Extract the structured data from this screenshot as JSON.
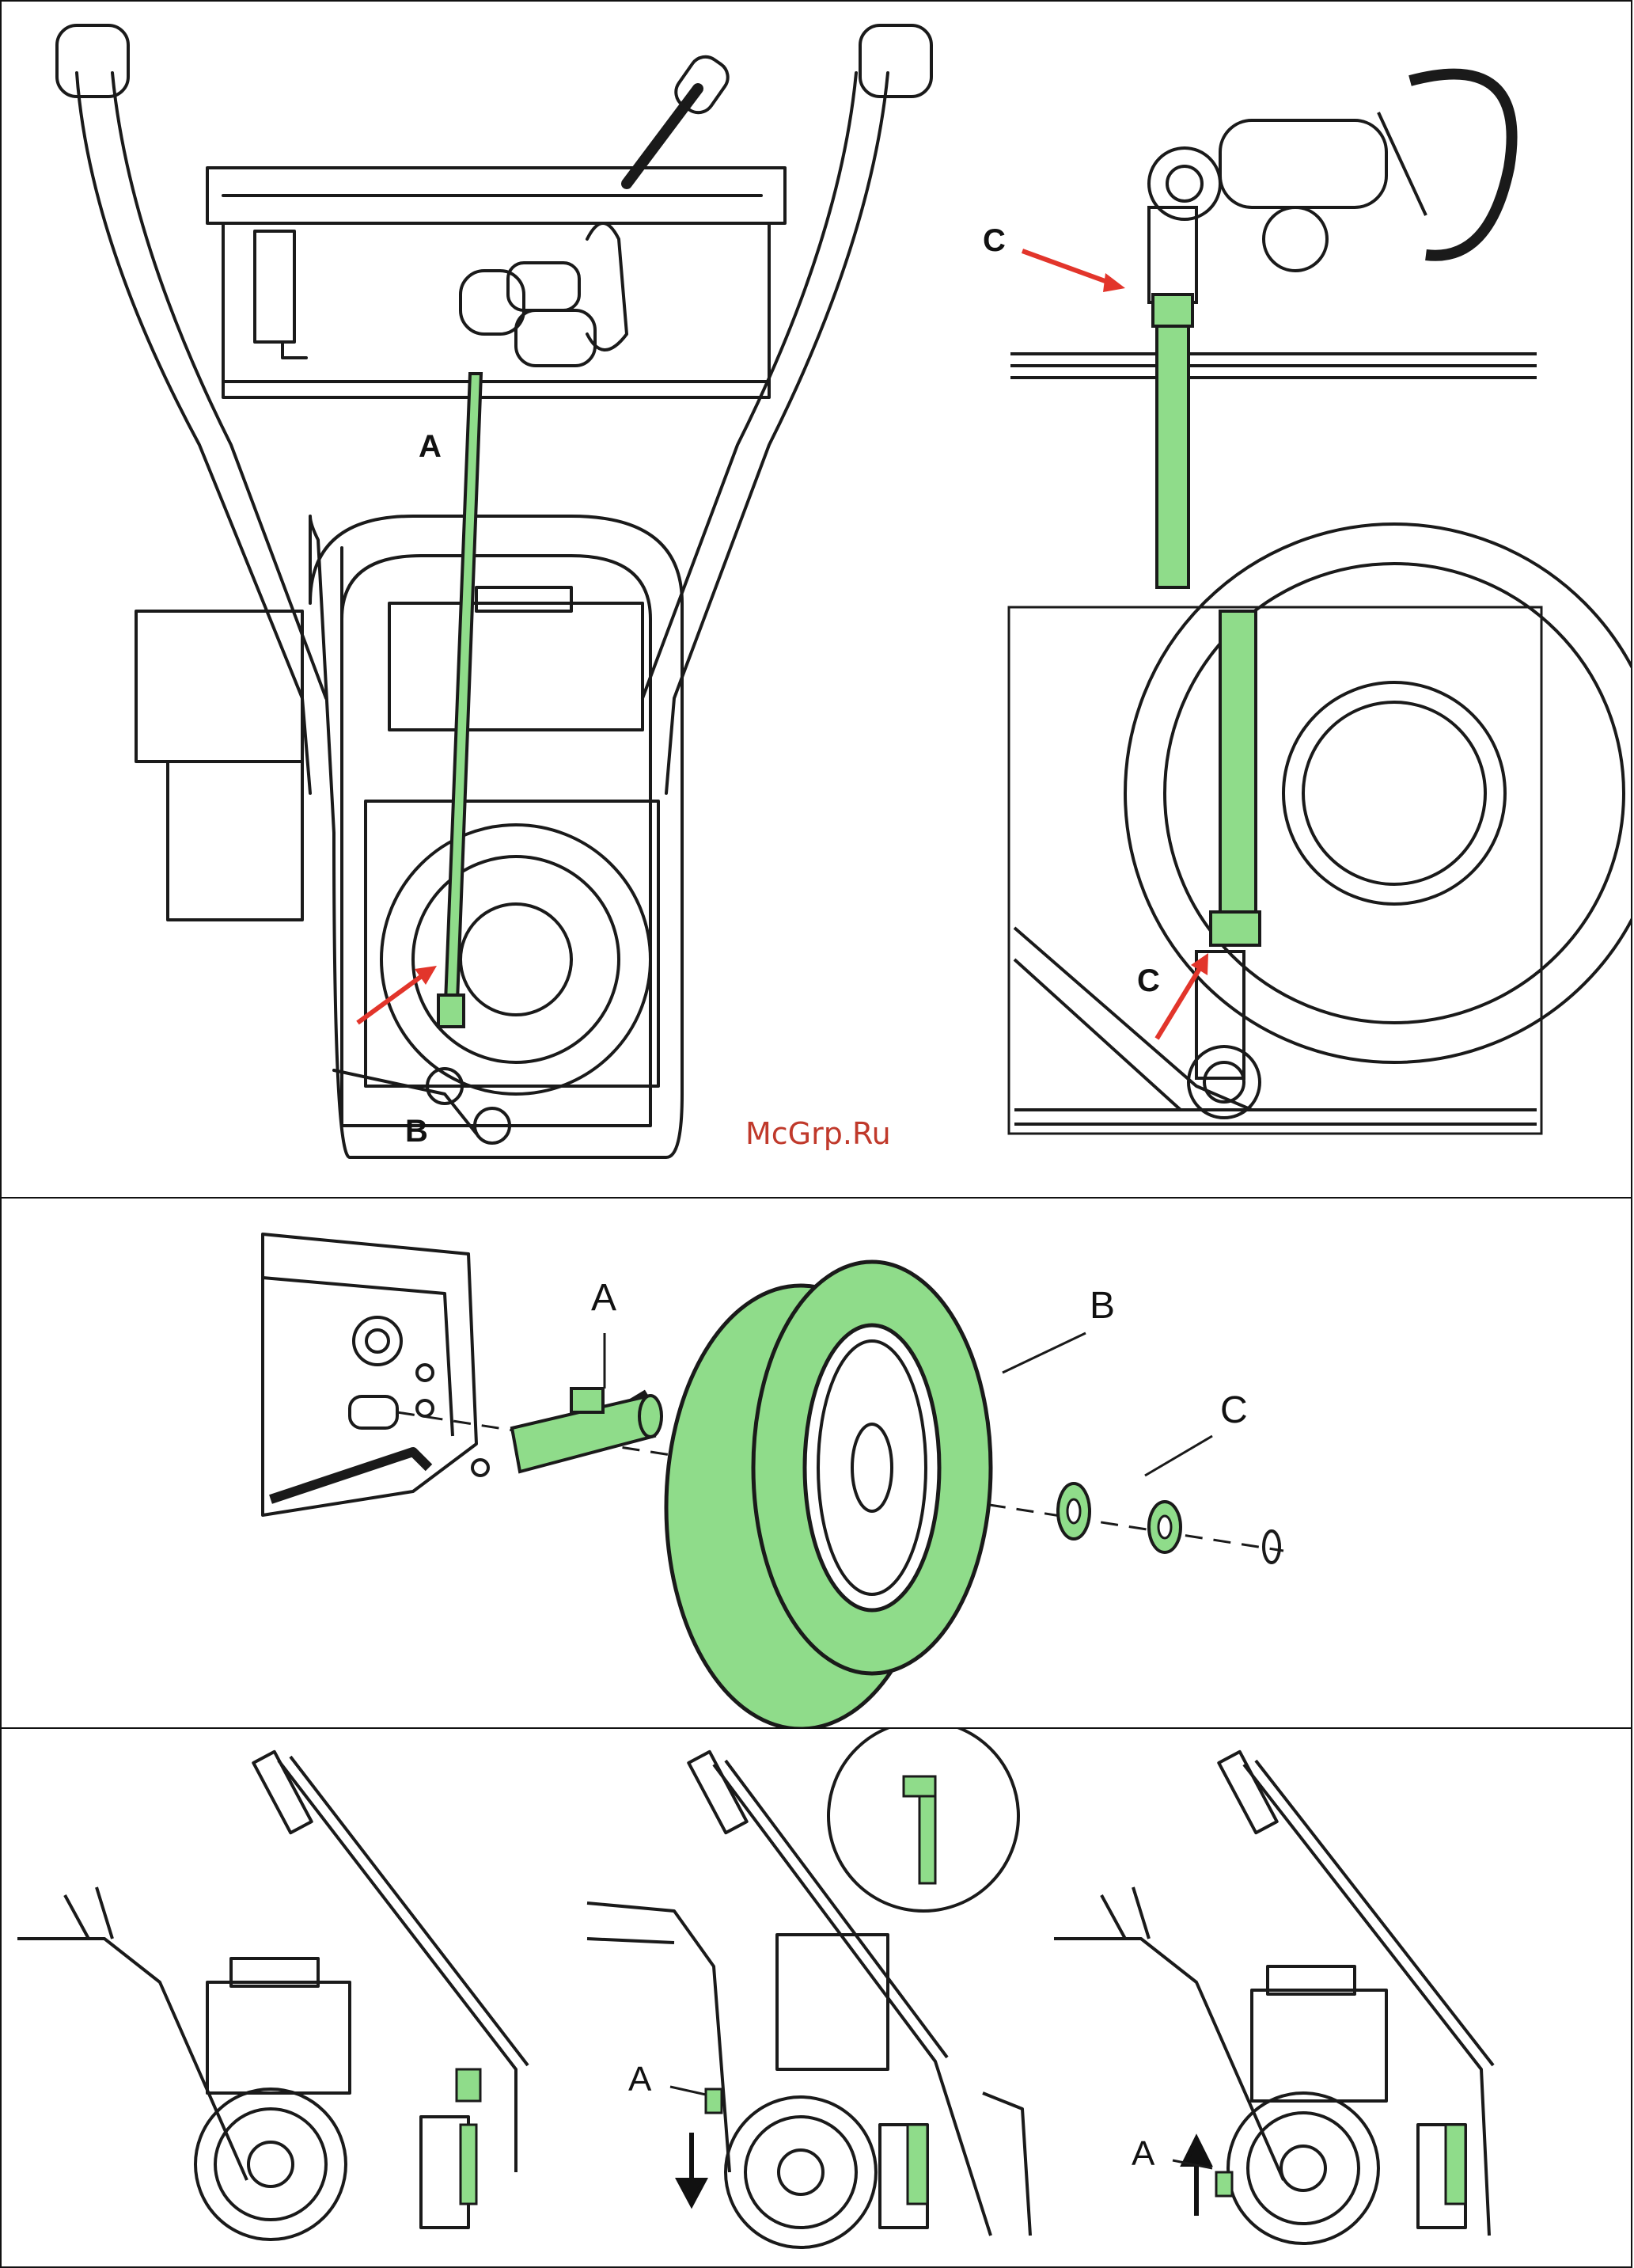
{
  "colors": {
    "accent_green": "#8fdc8a",
    "arrow_red": "#e2352b",
    "line": "#1a1a1a",
    "watermark": "#c0392b"
  },
  "panel1": {
    "main": {
      "label_a": "A",
      "label_b": "B"
    },
    "inset_top": {
      "label_c": "C"
    },
    "inset_bottom": {
      "label_c": "C"
    },
    "watermark": "McGrp.Ru"
  },
  "panel2": {
    "label_a": "A",
    "label_b": "B",
    "label_c": "C"
  },
  "panel3": {
    "label_a_middle": "A",
    "label_a_right": "A"
  }
}
